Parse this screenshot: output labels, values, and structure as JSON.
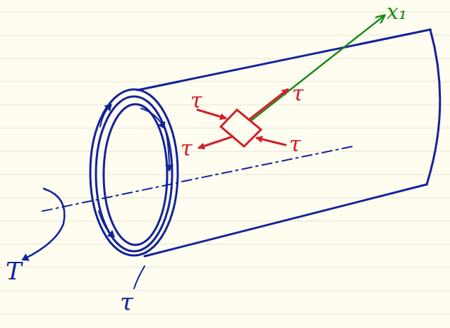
{
  "diagram": {
    "labels": [
      "x₁",
      "τ",
      "τ",
      "τ",
      "τ",
      "τ",
      "T"
    ]
  }
}
